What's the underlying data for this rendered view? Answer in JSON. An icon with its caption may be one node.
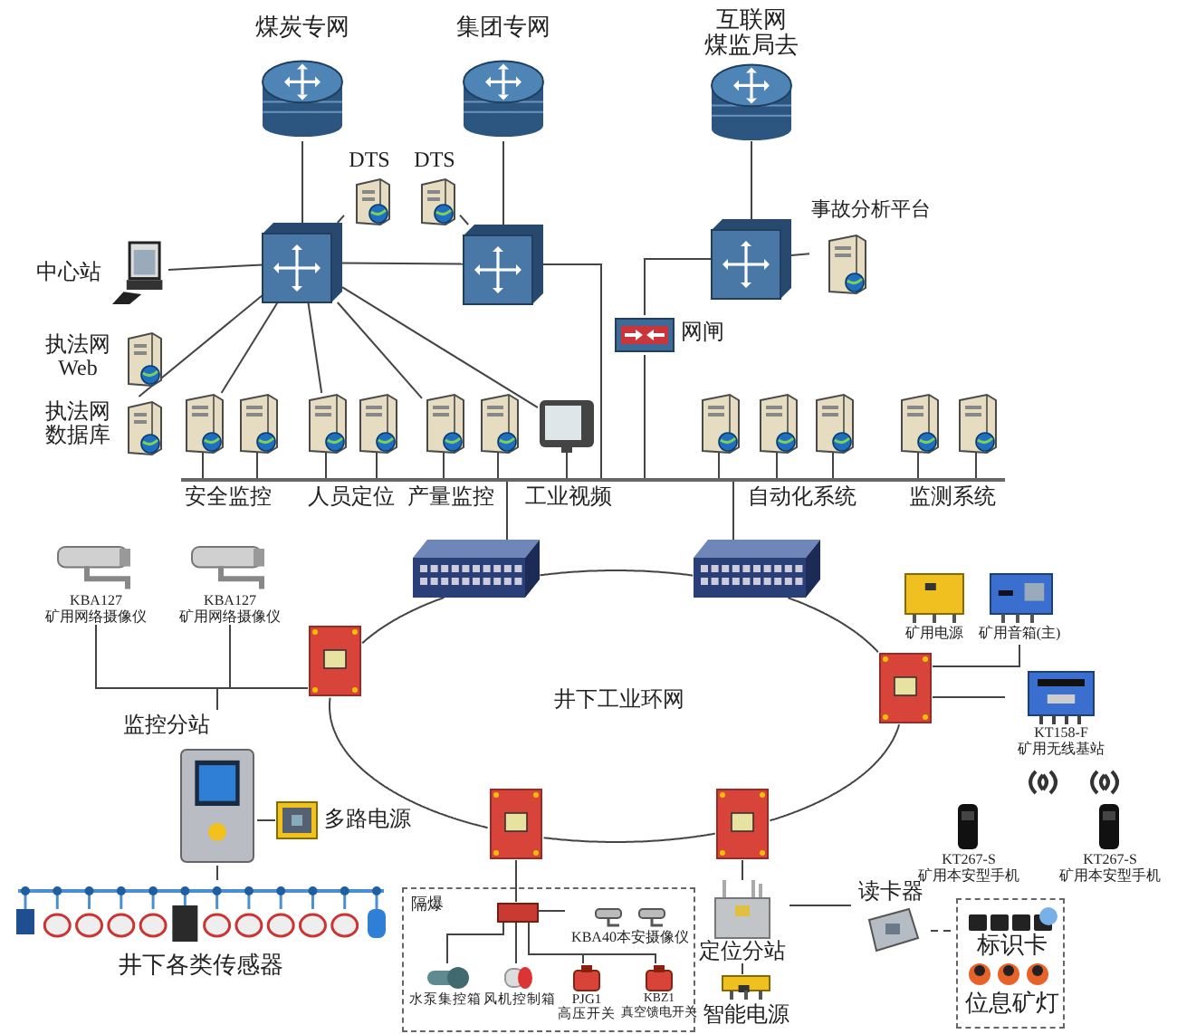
{
  "diagram": {
    "nodes": [
      {
        "text": [
          "煤炭专网"
        ]
      },
      {
        "text": [
          "集团专网"
        ]
      },
      {
        "text": [
          "互联网",
          "煤监局去"
        ]
      },
      {
        "text": [
          "DTS"
        ]
      },
      {
        "text": [
          "DTS"
        ]
      },
      {
        "text": [],
        "shape": "picture"
      },
      {
        "text": [],
        "shape": "picture"
      },
      {
        "text": [],
        "shape": "picture"
      },
      {
        "text": [
          "事故分析平台"
        ]
      },
      {
        "text": [
          "中心站"
        ]
      },
      {
        "text": [
          "网闸"
        ]
      },
      {
        "text": [
          "执法网 Web"
        ]
      },
      {
        "text": [
          "执法网数据库"
        ]
      },
      {
        "text": [],
        "shape": "picture"
      },
      {
        "text": [],
        "shape": "picture"
      },
      {
        "text": [],
        "shape": "picture"
      },
      {
        "text": [],
        "shape": "picture"
      },
      {
        "text": [],
        "shape": "picture"
      },
      {
        "text": [],
        "shape": "picture"
      },
      {
        "text": [],
        "shape": "picture"
      },
      {
        "text": [],
        "shape": "picture"
      },
      {
        "text": [],
        "shape": "picture"
      },
      {
        "text": [],
        "shape": "picture"
      },
      {
        "text": [],
        "shape": "picture"
      },
      {
        "text": [],
        "shape": "picture"
      },
      {
        "text": [],
        "shape": "bar"
      },
      {
        "text": [],
        "shape": "picture"
      },
      {
        "text": [],
        "shape": "picture"
      },
      {
        "text": [
          "KBA127 矿用网络摄像仪"
        ]
      },
      {
        "text": [
          "KBA127 矿用网络摄像仪"
        ]
      },
      {
        "text": [
          "矿用电源"
        ]
      },
      {
        "text": [
          "矿用音箱(主)"
        ]
      },
      {
        "text": [],
        "shape": "picture"
      },
      {
        "text": [],
        "shape": "picture"
      },
      {
        "text": [
          "KT158-F 矿用无线基站"
        ]
      },
      {
        "text": [
          "监控分站"
        ]
      },
      {
        "text": [
          "多路电源"
        ]
      },
      {
        "text": [],
        "shape": "picture"
      },
      {
        "text": [],
        "shape": "picture"
      },
      {
        "text": [
          "KT267-S 矿用本安型手机"
        ]
      },
      {
        "text": [
          "KT267-S 矿用本安型手机"
        ]
      },
      {
        "text": [
          "井下各类传感器"
        ]
      },
      {
        "text": [
          "隔爆"
        ]
      },
      {
        "text": [],
        "shape": "box",
        "in": 42
      },
      {
        "text": [
          "KBA40本安摄像仪"
        ],
        "in": 42
      },
      {
        "text": [
          "水泵集控箱"
        ],
        "in": 42
      },
      {
        "text": [
          "风机控制箱"
        ],
        "in": 42
      },
      {
        "text": [
          "PJG1 高压开关"
        ],
        "in": 42
      },
      {
        "text": [
          "KBZ1 真空馈电开关"
        ],
        "in": 42
      },
      {
        "text": [
          "定位分站"
        ]
      },
      {
        "text": [
          "读卡器"
        ]
      },
      {
        "text": [
          "标识卡",
          "位息矿灯"
        ]
      },
      {
        "text": [
          "智能电源"
        ]
      }
    ],
    "edges": [
      {
        "from": 5,
        "to": 0,
        "arrow": "none"
      },
      {
        "from": 6,
        "to": 1,
        "arrow": "none"
      },
      {
        "from": 7,
        "to": 2,
        "arrow": "none"
      },
      {
        "from": 5,
        "to": 3,
        "arrow": "none"
      },
      {
        "from": 6,
        "to": 4,
        "arrow": "none"
      },
      {
        "from": 5,
        "to": 6,
        "arrow": "none"
      },
      {
        "from": 9,
        "to": 5,
        "arrow": "none"
      },
      {
        "from": 5,
        "to": 12,
        "arrow": "none"
      },
      {
        "from": 5,
        "to": 13,
        "arrow": "none"
      },
      {
        "from": 5,
        "to": 15,
        "arrow": "none"
      },
      {
        "from": 5,
        "to": 17,
        "arrow": "none"
      },
      {
        "from": 5,
        "to": 19,
        "arrow": "none"
      },
      {
        "from": 7,
        "to": 8,
        "arrow": "none"
      },
      {
        "from": 7,
        "to": 10,
        "arrow": "none"
      },
      {
        "from": 6,
        "to": 25,
        "arrow": "none"
      },
      {
        "from": 10,
        "to": 25,
        "arrow": "none"
      },
      {
        "from": 13,
        "to": 25,
        "arrow": "none"
      },
      {
        "from": 14,
        "to": 25,
        "arrow": "none"
      },
      {
        "from": 15,
        "to": 25,
        "arrow": "none"
      },
      {
        "from": 16,
        "to": 25,
        "arrow": "none"
      },
      {
        "from": 17,
        "to": 25,
        "arrow": "none"
      },
      {
        "from": 18,
        "to": 25,
        "arrow": "none"
      },
      {
        "from": 19,
        "to": 25,
        "arrow": "none"
      },
      {
        "from": 20,
        "to": 25,
        "arrow": "none"
      },
      {
        "from": 21,
        "to": 25,
        "arrow": "none"
      },
      {
        "from": 22,
        "to": 25,
        "arrow": "none"
      },
      {
        "from": 23,
        "to": 25,
        "arrow": "none"
      },
      {
        "from": 24,
        "to": 25,
        "arrow": "none"
      },
      {
        "from": 25,
        "to": 26,
        "arrow": "none"
      },
      {
        "from": 25,
        "to": 27,
        "arrow": "none"
      },
      {
        "from": 26,
        "to": 27,
        "arrow": "none"
      },
      {
        "from": 27,
        "to": 33,
        "arrow": "none"
      },
      {
        "from": 33,
        "to": 38,
        "arrow": "none"
      },
      {
        "from": 38,
        "to": 37,
        "arrow": "none"
      },
      {
        "from": 37,
        "to": 32,
        "arrow": "none"
      },
      {
        "from": 32,
        "to": 26,
        "arrow": "none"
      },
      {
        "from": 28,
        "to": 32,
        "arrow": "none"
      },
      {
        "from": 29,
        "to": 32,
        "arrow": "none"
      },
      {
        "from": 32,
        "to": 35,
        "arrow": "none"
      },
      {
        "from": 35,
        "to": 36,
        "arrow": "none"
      },
      {
        "from": 35,
        "to": 41,
        "arrow": "none"
      },
      {
        "from": 31,
        "to": 33,
        "arrow": "none"
      },
      {
        "from": 33,
        "to": 34,
        "arrow": "none"
      },
      {
        "from": 37,
        "to": 43,
        "arrow": "none"
      },
      {
        "from": 43,
        "to": 44,
        "arrow": "none"
      },
      {
        "from": 43,
        "to": 45,
        "arrow": "none"
      },
      {
        "from": 43,
        "to": 46,
        "arrow": "none"
      },
      {
        "from": 43,
        "to": 47,
        "arrow": "none"
      },
      {
        "from": 43,
        "to": 48,
        "arrow": "none"
      },
      {
        "from": 38,
        "to": 49,
        "arrow": "none"
      },
      {
        "from": 49,
        "to": 52,
        "arrow": "none"
      },
      {
        "from": 49,
        "to": 50,
        "arrow": "none"
      },
      {
        "from": 50,
        "to": 51,
        "arrow": "none",
        "style": "dashed"
      }
    ],
    "labels": [
      "安全监控",
      "人员定位",
      "产量监控",
      "工业视频",
      "自动化系统",
      "监测系统",
      "井下工业环网"
    ]
  }
}
